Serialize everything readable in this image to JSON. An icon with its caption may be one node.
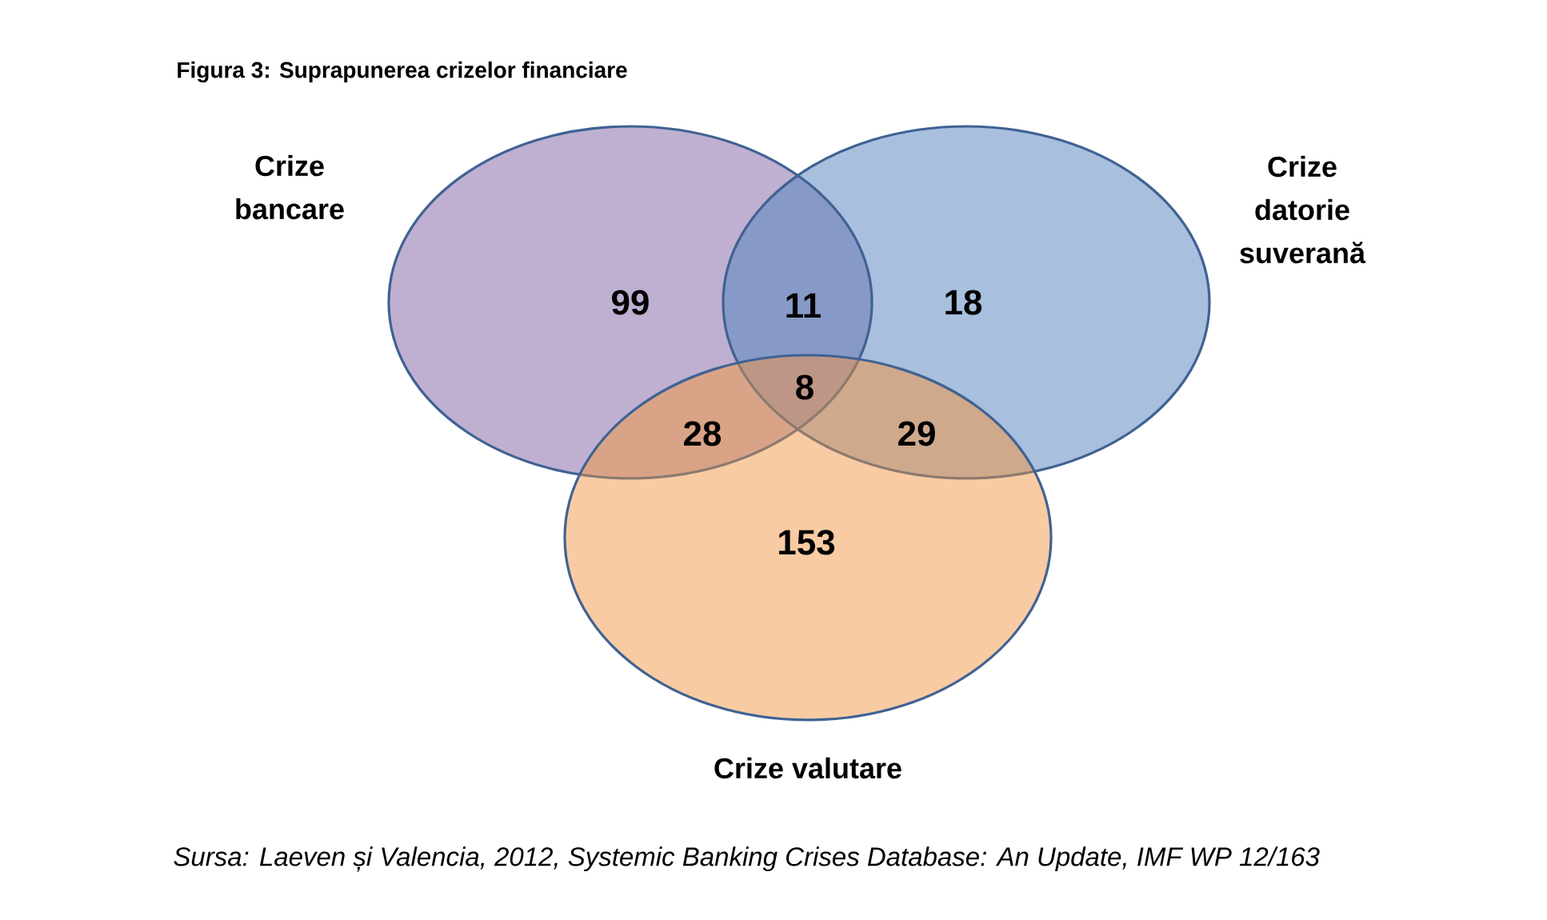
{
  "diagram": {
    "title": "Figura 3: Suprapunerea crizelor financiare",
    "caption": "Sursa: Laeven și Valencia, 2012, Systemic Banking Crises Database: An Update, IMF WP 12/163",
    "nodes": [
      {
        "text": [
          "Crize bancare"
        ]
      },
      {
        "text": [
          "Crize datorie suverană"
        ]
      },
      {
        "text": [
          "Crize valutare"
        ]
      }
    ],
    "labels": [
      "99",
      "11",
      "18",
      "8",
      "28",
      "29",
      "153"
    ]
  }
}
